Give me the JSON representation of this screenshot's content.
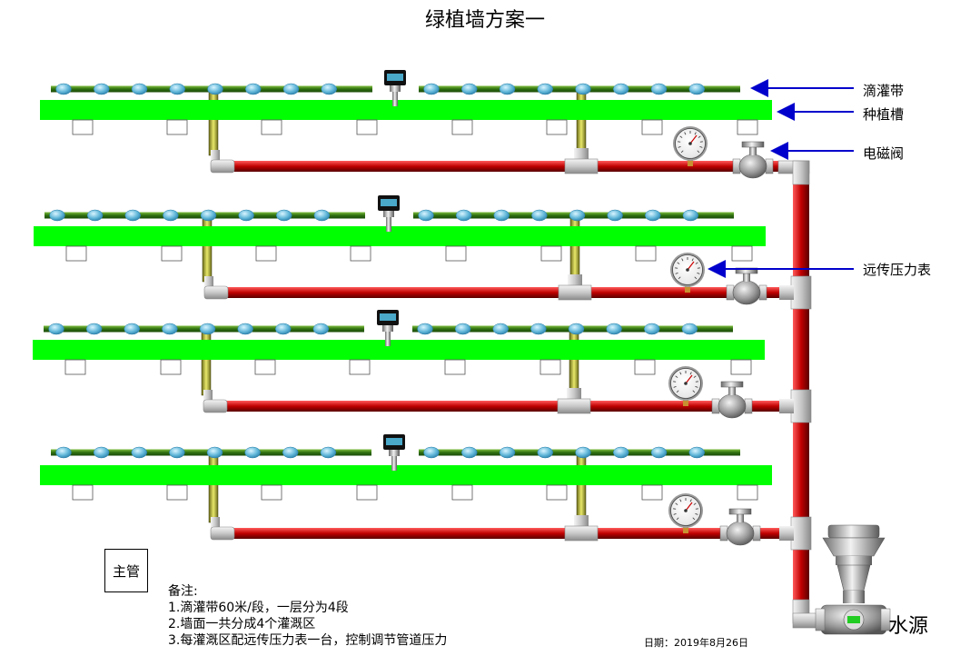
{
  "title": "绿植墙方案一",
  "labels": {
    "drip_tape": "滴灌带",
    "planting_trough": "种植槽",
    "solenoid_valve": "电磁阀",
    "remote_pressure_gauge": "远传压力表",
    "main_pipe": "主管",
    "water_source": "水源"
  },
  "notes": {
    "heading": "备注:",
    "lines": [
      "1.滴灌带60米/段，一层分为4段",
      "2.墙面一共分成4个灌溉区",
      "3.每灌溉区配远传压力表一台，控制调节管道压力"
    ]
  },
  "date": "日期：2019年8月26日",
  "zones": 4,
  "colors": {
    "pipe_red": "#c00000",
    "trough_green": "#00ff00",
    "drip_tape": "#3a7d1a",
    "riser": "#b9b94a",
    "callout_arrow": "#0000cc"
  }
}
